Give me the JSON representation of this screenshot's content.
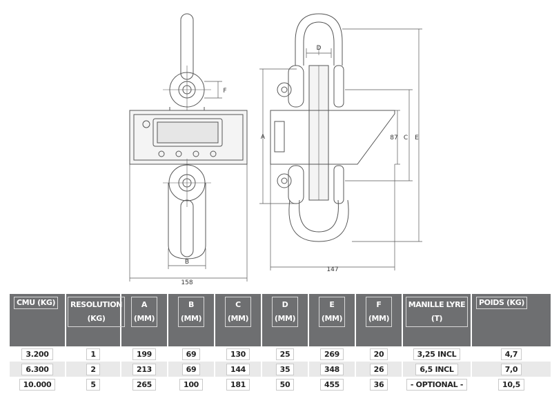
{
  "drawing": {
    "dim_labels": {
      "f": "F",
      "b": "B",
      "width_front": "158",
      "d": "D",
      "a": "A",
      "inner_87": "87",
      "c": "C",
      "e": "E",
      "width_side": "147"
    }
  },
  "table": {
    "headers": [
      {
        "line1": "CMU (KG)",
        "line2": ""
      },
      {
        "line1": "RESOLUTION",
        "line2": "(KG)"
      },
      {
        "line1": "A",
        "line2": "(MM)"
      },
      {
        "line1": "B",
        "line2": "(MM)"
      },
      {
        "line1": "C",
        "line2": "(MM)"
      },
      {
        "line1": "D",
        "line2": "(MM)"
      },
      {
        "line1": "E",
        "line2": "(MM)"
      },
      {
        "line1": "F",
        "line2": "(MM)"
      },
      {
        "line1": "MANILLE LYRE",
        "line2": "(T)"
      },
      {
        "line1": "POIDS (KG)",
        "line2": ""
      }
    ],
    "rows": [
      [
        "3.200",
        "1",
        "199",
        "69",
        "130",
        "25",
        "269",
        "20",
        "3,25 INCL",
        "4,7"
      ],
      [
        "6.300",
        "2",
        "213",
        "69",
        "144",
        "35",
        "348",
        "26",
        "6,5 INCL",
        "7,0"
      ],
      [
        "10.000",
        "5",
        "265",
        "100",
        "181",
        "50",
        "455",
        "36",
        "- OPTIONAL -",
        "10,5"
      ]
    ]
  }
}
